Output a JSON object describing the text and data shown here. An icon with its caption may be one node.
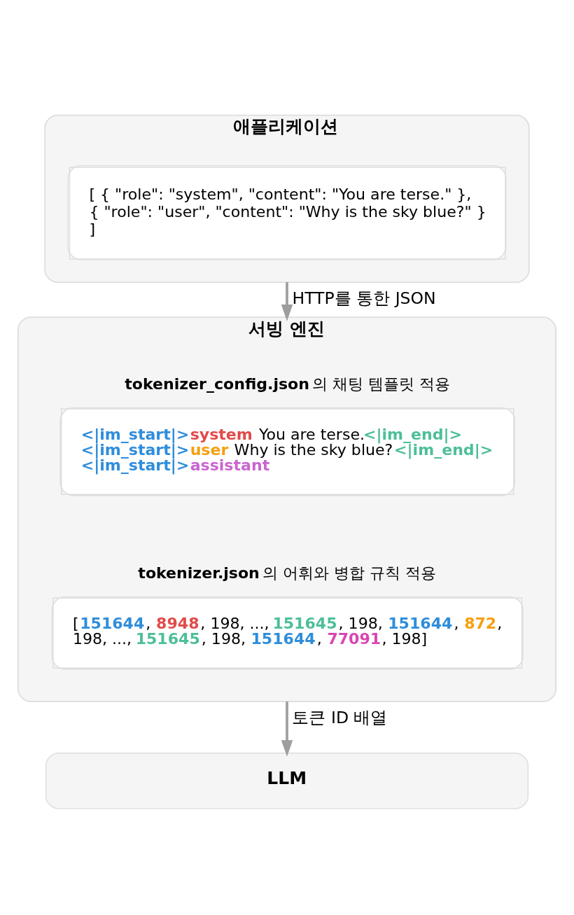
{
  "diagram": {
    "nodes": [
      {
        "text": [
          "애플리케이션"
        ]
      },
      {
        "text": [
          "[ { \"role\": \"system\", \"content\": \"You are terse.\" }, { \"role\": \"user\", \"content\": \"Why is the sky blue?\" } ]"
        ],
        "in": 0
      },
      {
        "text": [
          "서빙 엔진"
        ]
      },
      {
        "text": [
          "**tokenizer_config.json**의 채팅 템플릿 적용",
          "**<|im_start|>****system** You are terse.**<|im_end|>** **<|im_start|>****user** Why is the sky blue?**<|im_end|>** **<|im_start|>****assistant**"
        ],
        "in": 2
      },
      {
        "text": [
          "**tokenizer.json**의 어휘와 병합 규칙 적용",
          "[151644, 8948, 198, ..., 151645, 198, 151644, 872, 198, ..., 151645, 198, 151644, 77091, 198]"
        ],
        "in": 2
      },
      {
        "text": [
          "LLM"
        ]
      }
    ],
    "edges": [
      {
        "from": 0,
        "to": 2,
        "arrow": "to",
        "label": "HTTP를 통한 JSON"
      },
      {
        "from": 2,
        "to": 5,
        "arrow": "to",
        "label": "토큰 ID 배열"
      }
    ]
  }
}
